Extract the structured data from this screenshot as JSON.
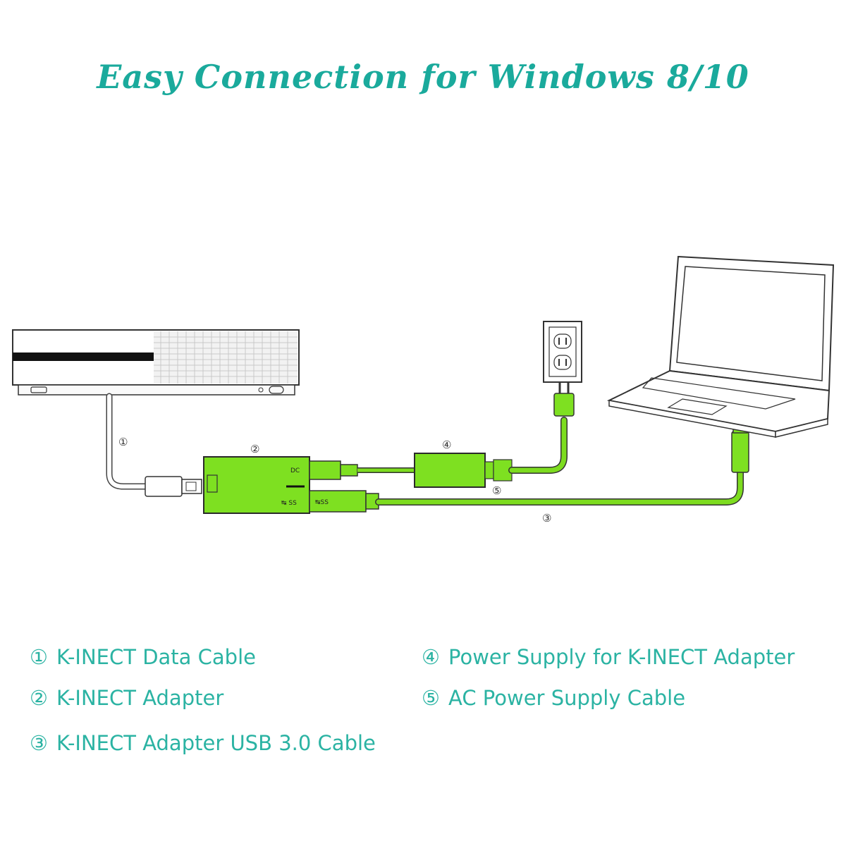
{
  "title": "Easy Connection for Windows 8/10",
  "colors": {
    "title": "#1aaa9c",
    "legend": "#2bb3a3",
    "cable_green": "#7ddc1f",
    "adapter_green": "#7ee021"
  },
  "diagram": {
    "markers": [
      "①",
      "②",
      "③",
      "④",
      "⑤"
    ],
    "port_labels": {
      "top": "DC",
      "bottom_left": "↹ SS",
      "bottom_right": "↹SS"
    },
    "components": [
      "console",
      "data-cable",
      "adapter",
      "power-supply",
      "wall-outlet",
      "usb-cable",
      "laptop"
    ]
  },
  "legend": [
    {
      "num": "①",
      "label": "K-INECT Data Cable"
    },
    {
      "num": "②",
      "label": "K-INECT Adapter"
    },
    {
      "num": "③",
      "label": "K-INECT Adapter USB 3.0 Cable"
    },
    {
      "num": "④",
      "label": "Power Supply for K-INECT Adapter"
    },
    {
      "num": "⑤",
      "label": "AC Power Supply Cable"
    }
  ]
}
